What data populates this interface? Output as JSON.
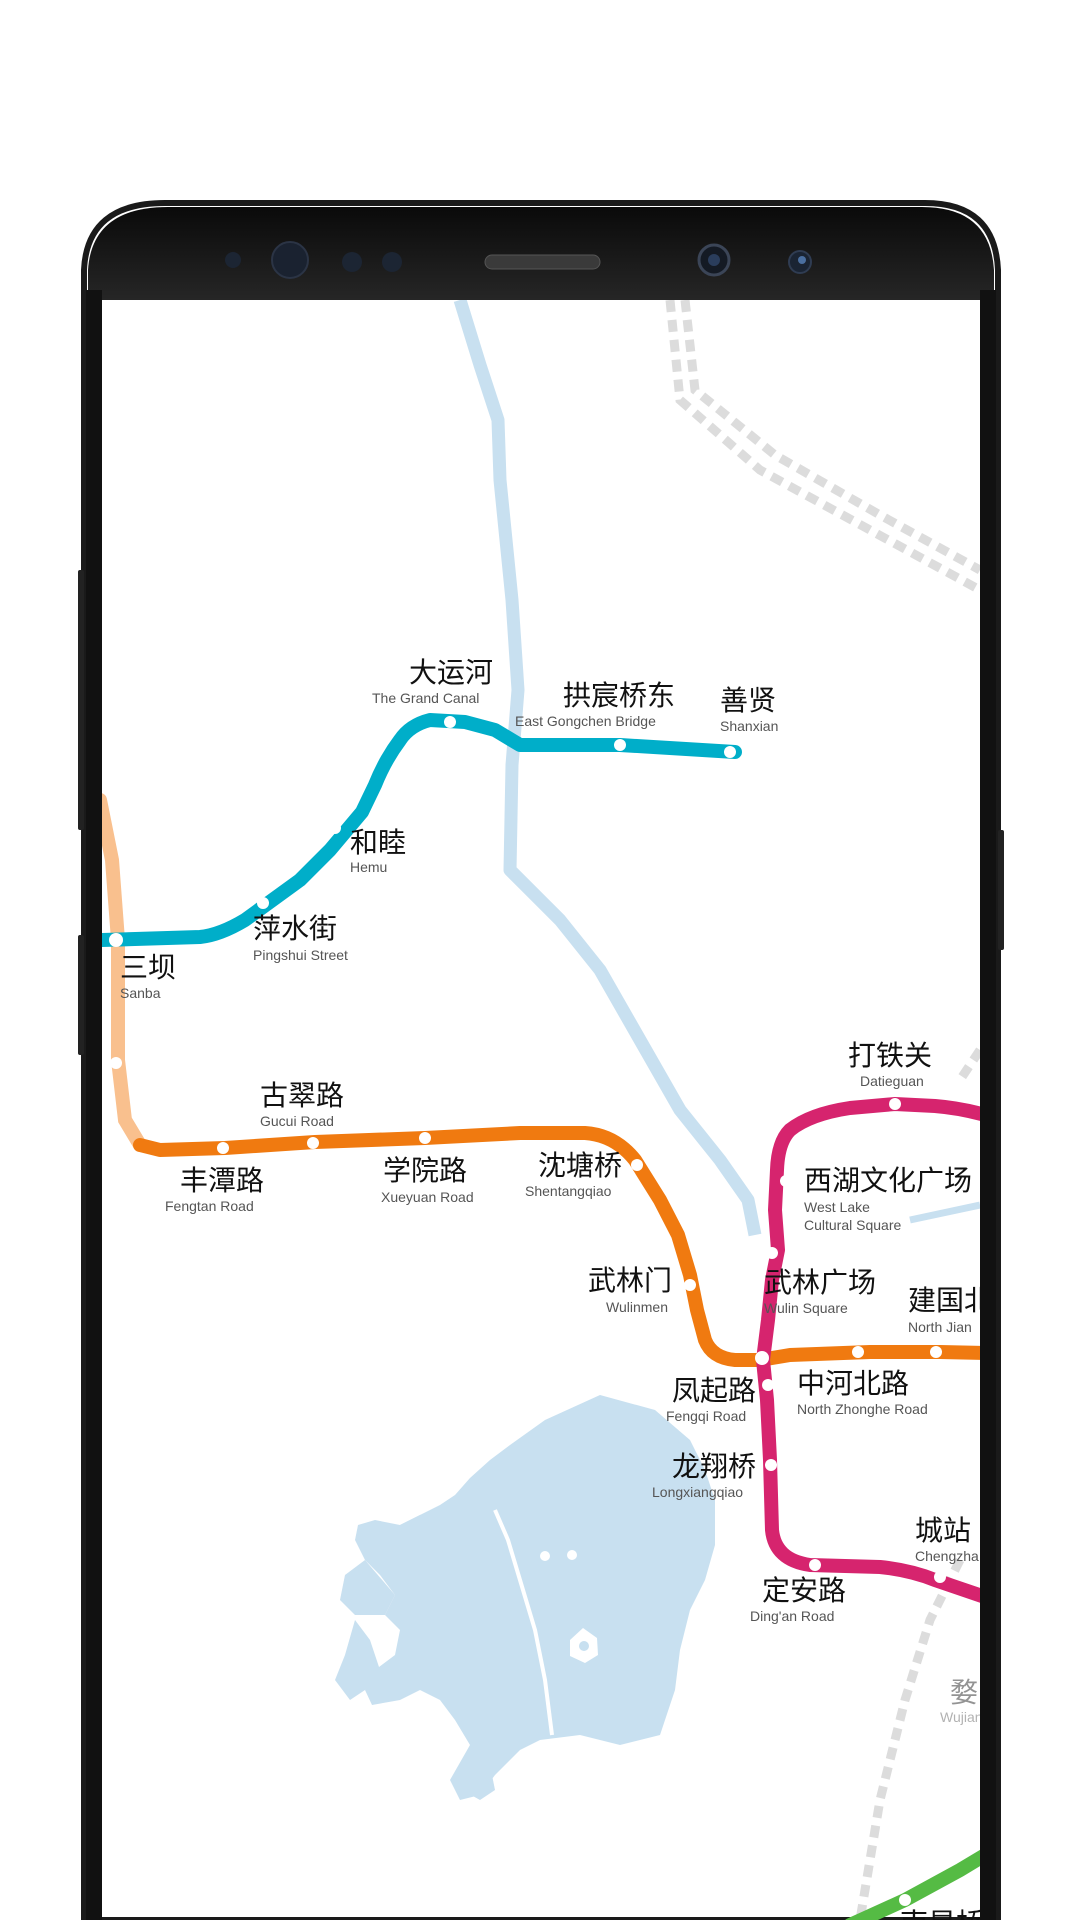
{
  "device": {
    "frame_color": "#1a1a1a",
    "screen_color": "#ffffff"
  },
  "map": {
    "water_color": "#c8e0f0",
    "rail_color": "#d9d9d9",
    "lines": [
      {
        "id": "line-2",
        "color": "#00aec9"
      },
      {
        "id": "line-orange",
        "color": "#f07a10"
      },
      {
        "id": "line-1",
        "color": "#d6246e"
      },
      {
        "id": "line-green",
        "color": "#55bb44"
      },
      {
        "id": "line-peach",
        "color": "#f9c08e"
      }
    ],
    "stations": [
      {
        "id": "da-yun-he",
        "zh": "大运河",
        "en": "The Grand Canal"
      },
      {
        "id": "gong-chen-qiao-dong",
        "zh": "拱宸桥东",
        "en": "East Gongchen Bridge"
      },
      {
        "id": "shan-xian",
        "zh": "善贤",
        "en": "Shanxian"
      },
      {
        "id": "he-mu",
        "zh": "和睦",
        "en": "Hemu"
      },
      {
        "id": "ping-shui-jie",
        "zh": "萍水街",
        "en": "Pingshui Street"
      },
      {
        "id": "san-ba",
        "zh": "三坝",
        "en": "Sanba"
      },
      {
        "id": "gu-cui-lu",
        "zh": "古翠路",
        "en": "Gucui Road"
      },
      {
        "id": "feng-tan-lu",
        "zh": "丰潭路",
        "en": "Fengtan Road"
      },
      {
        "id": "xue-yuan-lu",
        "zh": "学院路",
        "en": "Xueyuan Road"
      },
      {
        "id": "shen-tang-qiao",
        "zh": "沈塘桥",
        "en": "Shentangqiao"
      },
      {
        "id": "wu-lin-men",
        "zh": "武林门",
        "en": "Wulinmen"
      },
      {
        "id": "da-tie-guan",
        "zh": "打铁关",
        "en": "Datieguan"
      },
      {
        "id": "xi-hu-wen-hua-guang-chang",
        "zh": "西湖文化广场",
        "en1": "West Lake",
        "en2": "Cultural Square"
      },
      {
        "id": "wu-lin-guang-chang",
        "zh": "武林广场",
        "en": "Wulin Square"
      },
      {
        "id": "jian-guo-bei",
        "zh": "建国北",
        "en": "North Jian"
      },
      {
        "id": "zhong-he-bei-lu",
        "zh": "中河北路",
        "en": "North Zhonghe Road"
      },
      {
        "id": "feng-qi-lu",
        "zh": "凤起路",
        "en": "Fengqi Road"
      },
      {
        "id": "long-xiang-qiao",
        "zh": "龙翔桥",
        "en": "Longxiangqiao"
      },
      {
        "id": "cheng-zhan",
        "zh": "城站",
        "en": "Chengzha"
      },
      {
        "id": "ding-an-lu",
        "zh": "定安路",
        "en": "Ding'an Road"
      },
      {
        "id": "wu-jiang",
        "zh": "婺",
        "en": "Wujian"
      },
      {
        "id": "nan-xing-qiao",
        "zh": "南星桥",
        "en": ""
      }
    ]
  }
}
